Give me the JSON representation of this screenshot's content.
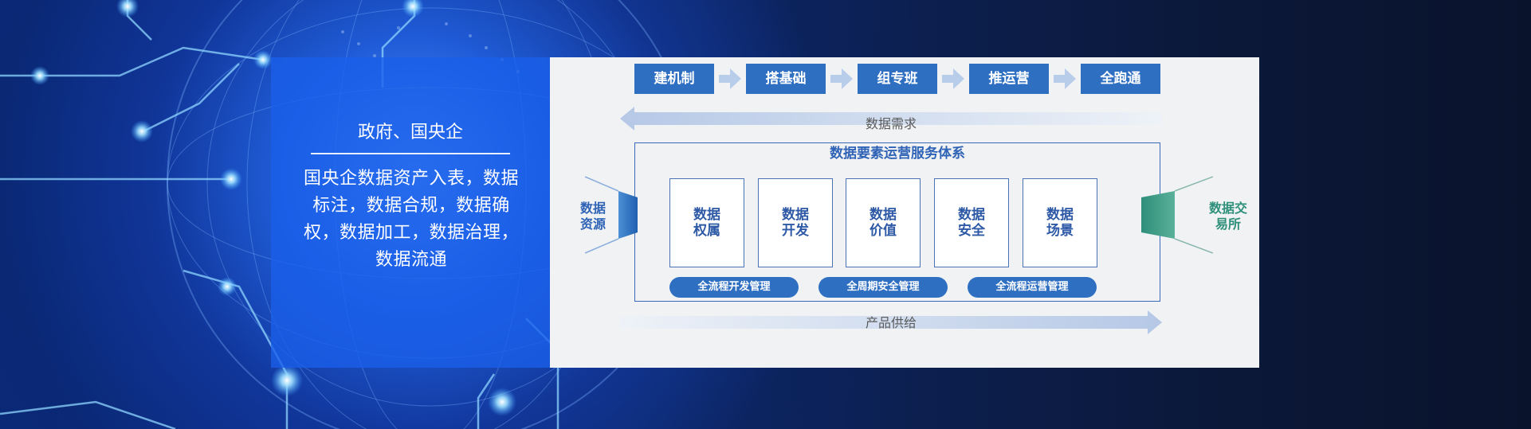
{
  "panel": {
    "title": "政府、国央企",
    "description": "国央企数据资产入表，数据标注，数据合规，数据确权，数据加工，数据治理，数据流通"
  },
  "diagram": {
    "steps": [
      "建机制",
      "搭基础",
      "组专班",
      "推运营",
      "全跑通"
    ],
    "top_flow_label": "数据需求",
    "bottom_flow_label": "产品供给",
    "system_title": "数据要素运营服务体系",
    "modules": [
      "数据\n权属",
      "数据\n开发",
      "数据\n价值",
      "数据\n安全",
      "数据\n场景"
    ],
    "pills": [
      "全流程开发管理",
      "全周期安全管理",
      "全流程运营管理"
    ],
    "left_label": "数据\n资源",
    "right_label": "数据交\n易所"
  },
  "colors": {
    "accent_blue": "#2f6fc2",
    "teal": "#3a9480",
    "panel_blue": "#1f63e8"
  }
}
